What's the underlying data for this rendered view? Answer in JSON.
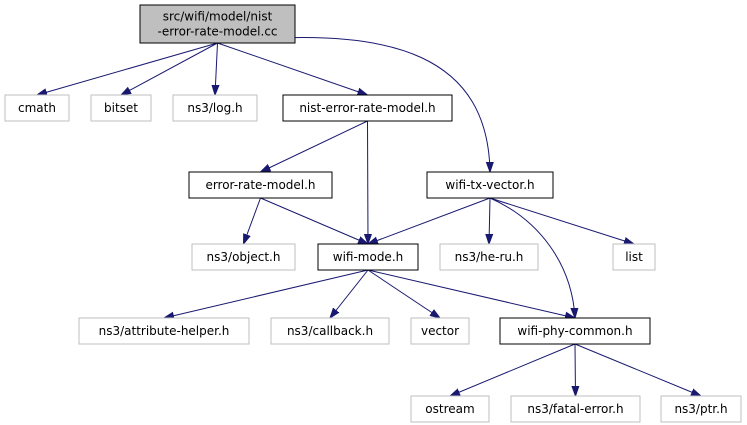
{
  "colors": {
    "edge": "#191970",
    "focus_fill": "#bfbfbf",
    "focus_stroke": "#000000",
    "documented_stroke": "#000000",
    "external_stroke": "#bfbfbf",
    "background": "#ffffff"
  },
  "nodes": [
    {
      "id": "root",
      "lines": [
        "src/wifi/model/nist",
        "-error-rate-model.cc"
      ],
      "kind": "focus"
    },
    {
      "id": "cmath",
      "lines": [
        "cmath"
      ],
      "kind": "external"
    },
    {
      "id": "bitset",
      "lines": [
        "bitset"
      ],
      "kind": "external"
    },
    {
      "id": "ns3log",
      "lines": [
        "ns3/log.h"
      ],
      "kind": "external"
    },
    {
      "id": "nist",
      "lines": [
        "nist-error-rate-model.h"
      ],
      "kind": "documented"
    },
    {
      "id": "errmodel",
      "lines": [
        "error-rate-model.h"
      ],
      "kind": "documented"
    },
    {
      "id": "txvector",
      "lines": [
        "wifi-tx-vector.h"
      ],
      "kind": "documented"
    },
    {
      "id": "object",
      "lines": [
        "ns3/object.h"
      ],
      "kind": "external"
    },
    {
      "id": "mode",
      "lines": [
        "wifi-mode.h"
      ],
      "kind": "documented"
    },
    {
      "id": "heru",
      "lines": [
        "ns3/he-ru.h"
      ],
      "kind": "external"
    },
    {
      "id": "list",
      "lines": [
        "list"
      ],
      "kind": "external"
    },
    {
      "id": "attr",
      "lines": [
        "ns3/attribute-helper.h"
      ],
      "kind": "external"
    },
    {
      "id": "callback",
      "lines": [
        "ns3/callback.h"
      ],
      "kind": "external"
    },
    {
      "id": "vector",
      "lines": [
        "vector"
      ],
      "kind": "external"
    },
    {
      "id": "phycommon",
      "lines": [
        "wifi-phy-common.h"
      ],
      "kind": "documented"
    },
    {
      "id": "ostream",
      "lines": [
        "ostream"
      ],
      "kind": "external"
    },
    {
      "id": "fatal",
      "lines": [
        "ns3/fatal-error.h"
      ],
      "kind": "external"
    },
    {
      "id": "ptr",
      "lines": [
        "ns3/ptr.h"
      ],
      "kind": "external"
    }
  ],
  "edges": [
    {
      "from": "root",
      "to": "cmath"
    },
    {
      "from": "root",
      "to": "bitset"
    },
    {
      "from": "root",
      "to": "ns3log"
    },
    {
      "from": "root",
      "to": "nist"
    },
    {
      "from": "root",
      "to": "txvector"
    },
    {
      "from": "nist",
      "to": "errmodel"
    },
    {
      "from": "nist",
      "to": "mode"
    },
    {
      "from": "errmodel",
      "to": "object"
    },
    {
      "from": "errmodel",
      "to": "mode"
    },
    {
      "from": "txvector",
      "to": "mode"
    },
    {
      "from": "txvector",
      "to": "heru"
    },
    {
      "from": "txvector",
      "to": "list"
    },
    {
      "from": "txvector",
      "to": "phycommon"
    },
    {
      "from": "mode",
      "to": "attr"
    },
    {
      "from": "mode",
      "to": "callback"
    },
    {
      "from": "mode",
      "to": "vector"
    },
    {
      "from": "mode",
      "to": "phycommon"
    },
    {
      "from": "phycommon",
      "to": "ostream"
    },
    {
      "from": "phycommon",
      "to": "fatal"
    },
    {
      "from": "phycommon",
      "to": "ptr"
    }
  ]
}
